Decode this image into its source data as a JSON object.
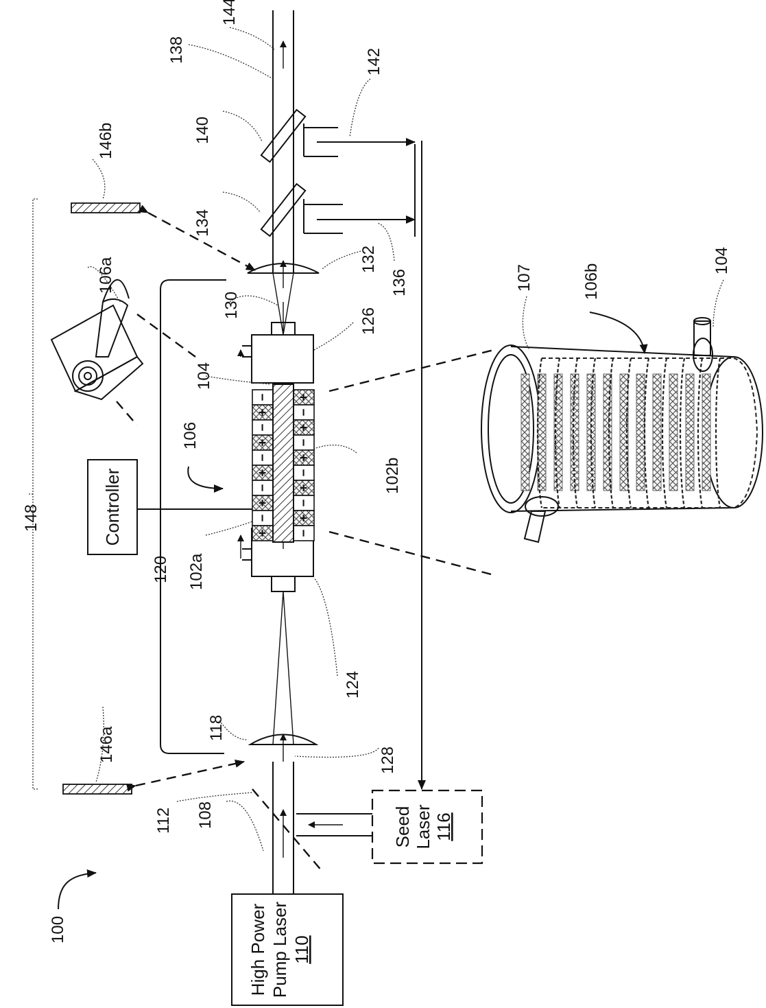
{
  "figure_number": "100",
  "components": {
    "pump_laser": {
      "ref": "110",
      "line1": "High Power",
      "line2": "Pump Laser"
    },
    "seed_laser": {
      "ref": "116",
      "line1": "Seed",
      "line2": "Laser"
    },
    "controller": {
      "label": "Controller"
    }
  },
  "references": {
    "r104_top": "104",
    "r104_zoom": "104",
    "r102a": "102a",
    "r102b": "102b",
    "r106": "106",
    "r106a": "106a",
    "r106b": "106b",
    "r107": "107",
    "r108": "108",
    "r112": "112",
    "r118": "118",
    "r120": "120",
    "r124": "124",
    "r126": "126",
    "r128": "128",
    "r130": "130",
    "r132": "132",
    "r134": "134",
    "r136": "136",
    "r138": "138",
    "r140": "140",
    "r142": "142",
    "r144": "144",
    "r146a": "146a",
    "r146b": "146b",
    "r148": "148"
  },
  "magnet_array": {
    "top_row": [
      "+",
      "−",
      "+",
      "−",
      "+",
      "−",
      "+",
      "−",
      "+",
      "−"
    ],
    "bottom_row": [
      "−",
      "+",
      "−",
      "+",
      "−",
      "+",
      "−",
      "+",
      "−",
      "+"
    ]
  }
}
